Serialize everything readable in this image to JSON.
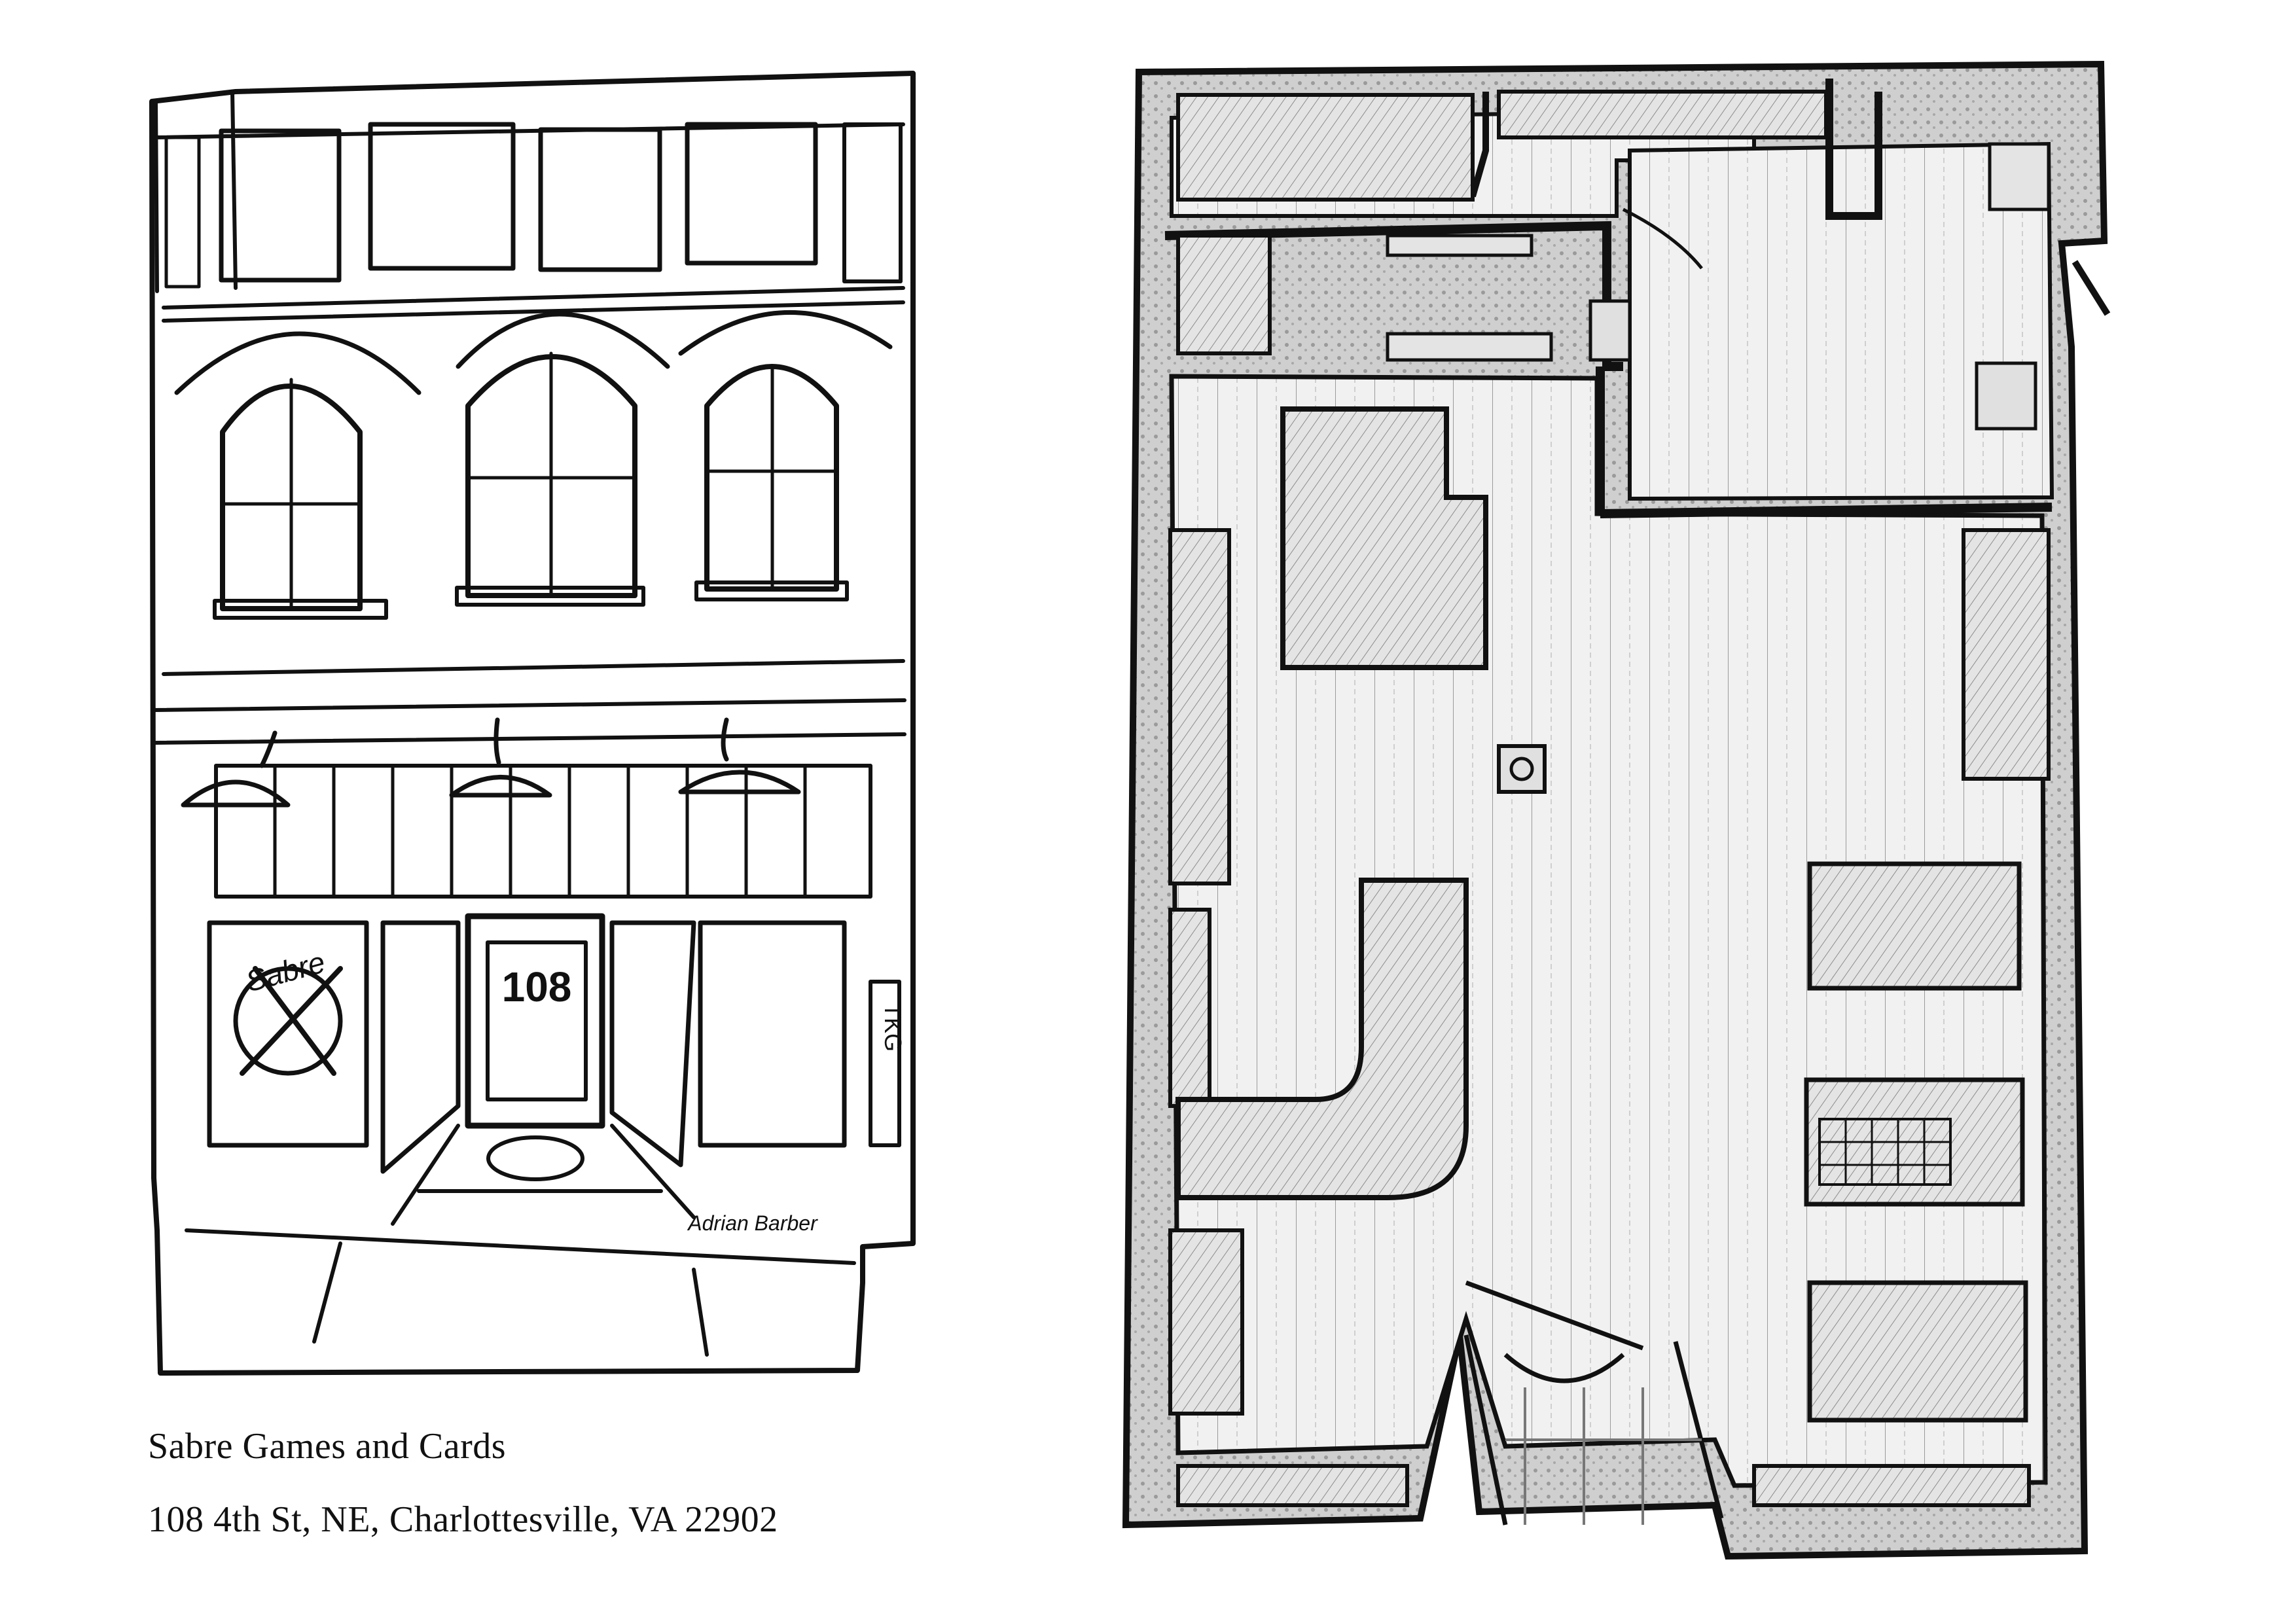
{
  "caption": {
    "shop_name": "Sabre Games and Cards",
    "address": "108 4th St, NE, Charlottesville, VA 22902"
  },
  "facade": {
    "window_sign": "Sabre",
    "door_number": "108",
    "side_sign": "TKG",
    "artist_signature": "Adrian Barber"
  },
  "colors": {
    "ink": "#111111",
    "paper": "#ffffff",
    "wash": "#d8d8d8",
    "floor": "#ececec"
  }
}
